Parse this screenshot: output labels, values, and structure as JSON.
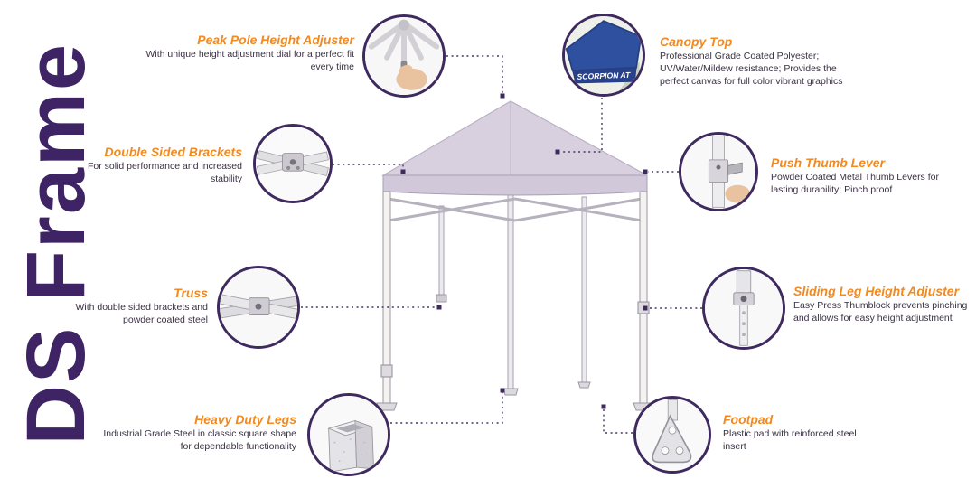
{
  "title": "DS Frame",
  "colors": {
    "brand_purple": "#3e2465",
    "accent_orange": "#f18a21",
    "canopy_lavender": "#d8d0df",
    "connector": "#473763"
  },
  "callouts": [
    {
      "id": "peak-pole-height-adjuster",
      "title": "Peak Pole Height Adjuster",
      "desc": "With unique height adjustment dial for a perfect fit every time",
      "image": "peak-pole-photo"
    },
    {
      "id": "canopy-top",
      "title": "Canopy Top",
      "desc": "Professional Grade Coated Polyester; UV/Water/Mildew resistance; Provides the perfect canvas for full color vibrant graphics",
      "image": "canopy-top-photo",
      "image_text": "SCORPION AT"
    },
    {
      "id": "double-sided-brackets",
      "title": "Double Sided Brackets",
      "desc": "For solid performance and increased stability",
      "image": "brackets-photo"
    },
    {
      "id": "push-thumb-lever",
      "title": "Push Thumb Lever",
      "desc": "Powder Coated Metal Thumb Levers for lasting durability; Pinch proof",
      "image": "thumb-lever-photo"
    },
    {
      "id": "truss",
      "title": "Truss",
      "desc": "With double sided brackets and powder coated steel",
      "image": "truss-photo"
    },
    {
      "id": "sliding-leg-height-adjuster",
      "title": "Sliding Leg Height Adjuster",
      "desc": "Easy Press Thumblock prevents pinching and allows for easy height adjustment",
      "image": "leg-adjuster-photo"
    },
    {
      "id": "heavy-duty-legs",
      "title": "Heavy Duty Legs",
      "desc": "Industrial Grade Steel in classic square shape for dependable functionality",
      "image": "square-leg-photo"
    },
    {
      "id": "footpad",
      "title": "Footpad",
      "desc": "Plastic pad with reinforced steel insert",
      "image": "footpad-photo"
    }
  ]
}
